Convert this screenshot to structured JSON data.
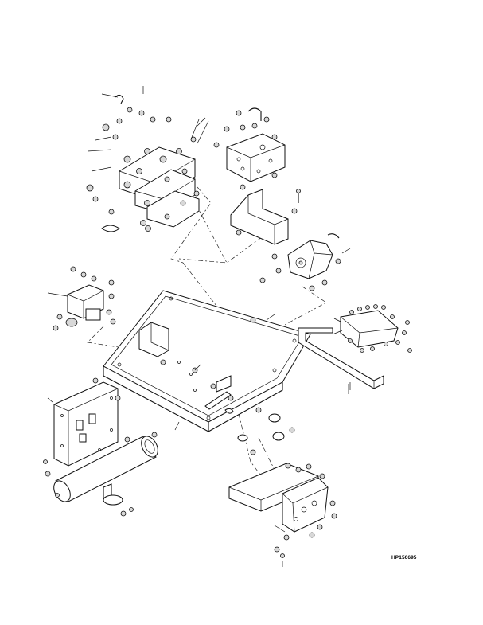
{
  "figure": {
    "id": "HP150695"
  },
  "assemblies": [
    {
      "name": "upper-left-control-valve-bank"
    },
    {
      "name": "upper-right-valve-block-and-bracket"
    },
    {
      "name": "right-pump-assembly"
    },
    {
      "name": "left-filter-valve-block"
    },
    {
      "name": "center-mounting-plate"
    },
    {
      "name": "right-manifold-rail"
    },
    {
      "name": "right-support-bar"
    },
    {
      "name": "left-panel-plate"
    },
    {
      "name": "cylinder-tube-with-clamp"
    },
    {
      "name": "lower-right-bracket-and-manifold"
    }
  ]
}
